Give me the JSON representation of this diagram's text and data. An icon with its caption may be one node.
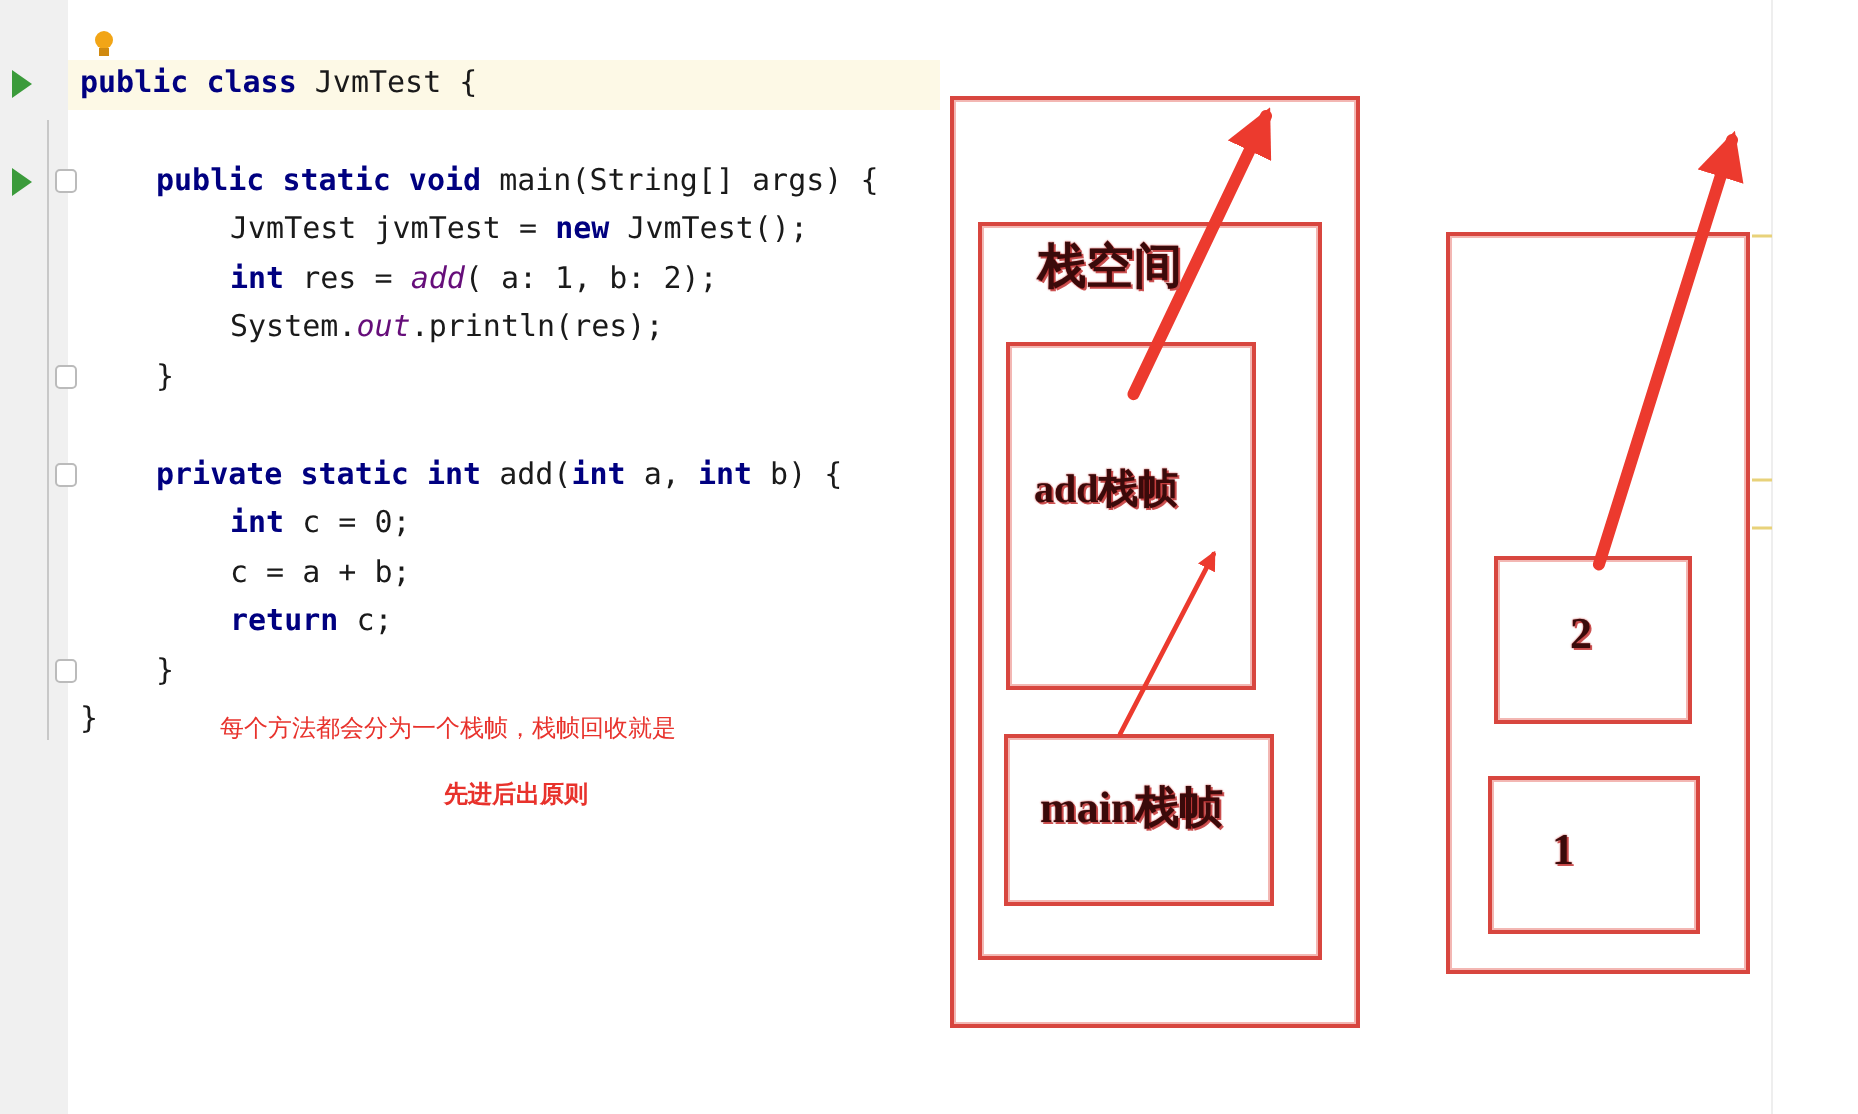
{
  "diagram": {
    "nodes": [
      {
        "text": [],
        "shape": "box"
      },
      {
        "text": [
          "栈空间"
        ],
        "in": 0
      },
      {
        "text": [
          "add栈帧"
        ],
        "in": 1
      },
      {
        "text": [
          "main栈帧"
        ],
        "in": 1
      },
      {
        "text": [],
        "shape": "box"
      },
      {
        "text": [
          "2"
        ],
        "in": 4
      },
      {
        "text": [
          "1"
        ],
        "in": 4
      }
    ],
    "edges": [
      {
        "from": 2,
        "to": null,
        "arrow": "to"
      },
      {
        "from": 3,
        "to": 2,
        "arrow": "to"
      },
      {
        "from": 5,
        "to": null,
        "arrow": "to"
      }
    ],
    "labels": [
      "**public class** JvmTest {",
      "**public static void** main(String[] args) {",
      "JvmTest jvmTest = **new** JvmTest();",
      "**int** res = *add*( a: 1, b: 2);",
      "System.*out*.println(res);",
      "}",
      "**private static int** add(**int** a, **int** b) {",
      "**int** c = 0;",
      "c = a + b;",
      "**return** c;",
      "}",
      "}",
      "每个方法都会分为一个栈帧，栈帧回收就是",
      "先进后出原则"
    ]
  }
}
